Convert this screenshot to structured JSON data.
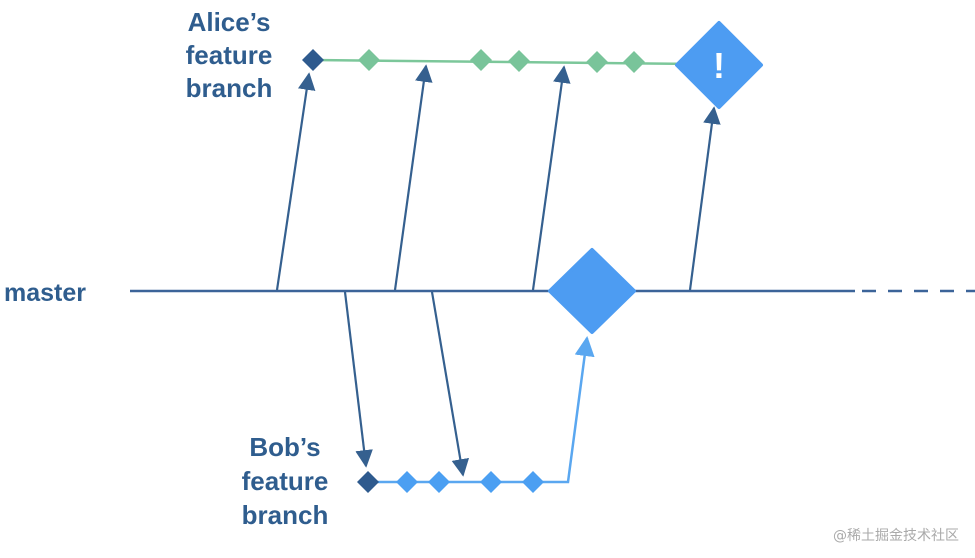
{
  "labels": {
    "alice_branch": [
      "Alice’s",
      "feature",
      "branch"
    ],
    "master": "master",
    "bob_branch": [
      "Bob’s",
      "feature",
      "branch"
    ]
  },
  "warning_symbol": "!",
  "watermark": "@稀土掘金技术社区",
  "colors": {
    "label_text": "#2f5d8e",
    "master_line": "#3c6499",
    "alice_line": "#7cc79a",
    "alice_commit": "#79c49a",
    "alice_base_commit": "#2e5a8e",
    "bob_line": "#5aa7f0",
    "bob_commit": "#4b9ff2",
    "bob_base_commit": "#2e5a8e",
    "merge_diamond": "#4d9cf2",
    "arrow_dark": "#35608f",
    "arrow_light": "#5aa7f0",
    "watermark": "#aaaaaa"
  }
}
